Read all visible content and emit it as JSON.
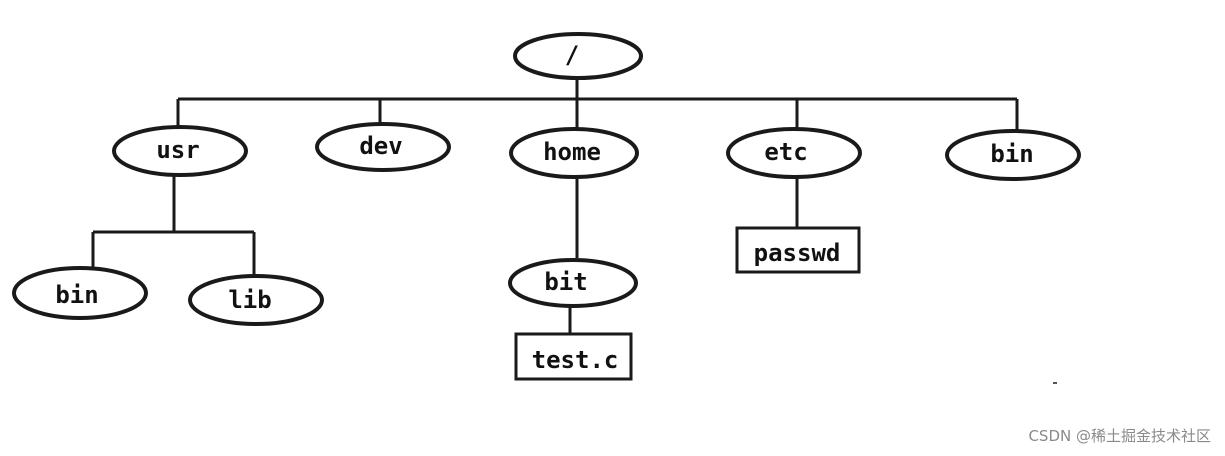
{
  "diagram": {
    "nodes": {
      "root": "/",
      "usr": "usr",
      "dev": "dev",
      "home": "home",
      "etc": "etc",
      "bin_root": "bin",
      "usr_bin": "bin",
      "usr_lib": "lib",
      "bit": "bit",
      "test_c": "test.c",
      "passwd": "passwd"
    },
    "edges": [
      [
        "root",
        "usr"
      ],
      [
        "root",
        "dev"
      ],
      [
        "root",
        "home"
      ],
      [
        "root",
        "etc"
      ],
      [
        "root",
        "bin_root"
      ],
      [
        "usr",
        "usr_bin"
      ],
      [
        "usr",
        "usr_lib"
      ],
      [
        "home",
        "bit"
      ],
      [
        "bit",
        "test_c"
      ],
      [
        "etc",
        "passwd"
      ]
    ],
    "colors": {
      "stroke": "#1a1a1a",
      "text": "#111111",
      "background": "#ffffff"
    }
  },
  "watermark": "CSDN @稀土掘金技术社区"
}
